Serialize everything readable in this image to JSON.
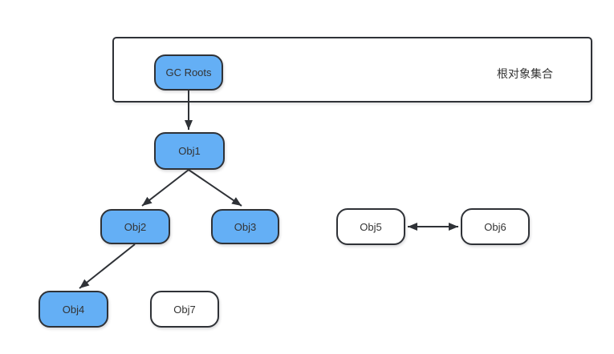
{
  "diagram": {
    "container": {
      "label": "根对象集合"
    },
    "nodes": {
      "gc_roots": {
        "label": "GC Roots",
        "fill": "#64aff5"
      },
      "obj1": {
        "label": "Obj1",
        "fill": "#64aff5"
      },
      "obj2": {
        "label": "Obj2",
        "fill": "#64aff5"
      },
      "obj3": {
        "label": "Obj3",
        "fill": "#64aff5"
      },
      "obj4": {
        "label": "Obj4",
        "fill": "#64aff5"
      },
      "obj5": {
        "label": "Obj5",
        "fill": "#ffffff"
      },
      "obj6": {
        "label": "Obj6",
        "fill": "#ffffff"
      },
      "obj7": {
        "label": "Obj7",
        "fill": "#ffffff"
      }
    },
    "edges": [
      {
        "from": "gc_roots",
        "to": "obj1",
        "direction": "one-way"
      },
      {
        "from": "obj1",
        "to": "obj2",
        "direction": "one-way"
      },
      {
        "from": "obj1",
        "to": "obj3",
        "direction": "one-way"
      },
      {
        "from": "obj2",
        "to": "obj4",
        "direction": "one-way"
      },
      {
        "from": "obj5",
        "to": "obj6",
        "direction": "two-way"
      }
    ],
    "colors": {
      "node_fill_reachable": "#64aff5",
      "node_fill_unreachable": "#ffffff",
      "stroke": "#2f3237",
      "text": "#333333",
      "background": "#ffffff"
    }
  }
}
